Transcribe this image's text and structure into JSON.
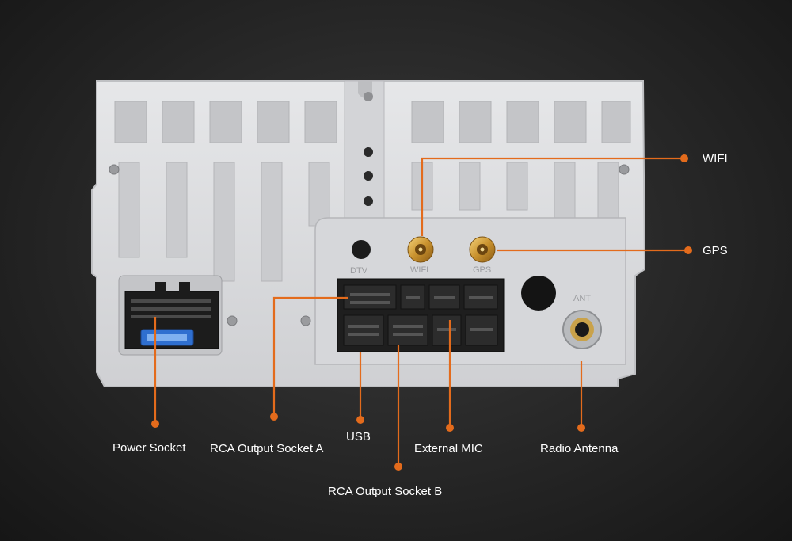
{
  "colors": {
    "background": "#262626",
    "callout": "#e36b1c",
    "housing": "#d9dadc",
    "label_text": "#ffffff"
  },
  "labels": {
    "wifi": "WIFI",
    "gps": "GPS",
    "power_socket": "Power Socket",
    "rca_a": "RCA Output Socket A",
    "usb": "USB",
    "external_mic": "External MIC",
    "radio_antenna": "Radio Antenna",
    "rca_b": "RCA Output Socket B"
  },
  "housing_markings": {
    "wifi_port": "WIFI",
    "gps_port": "GPS",
    "dtv_port": "DTV",
    "ant_port": "ANT"
  }
}
